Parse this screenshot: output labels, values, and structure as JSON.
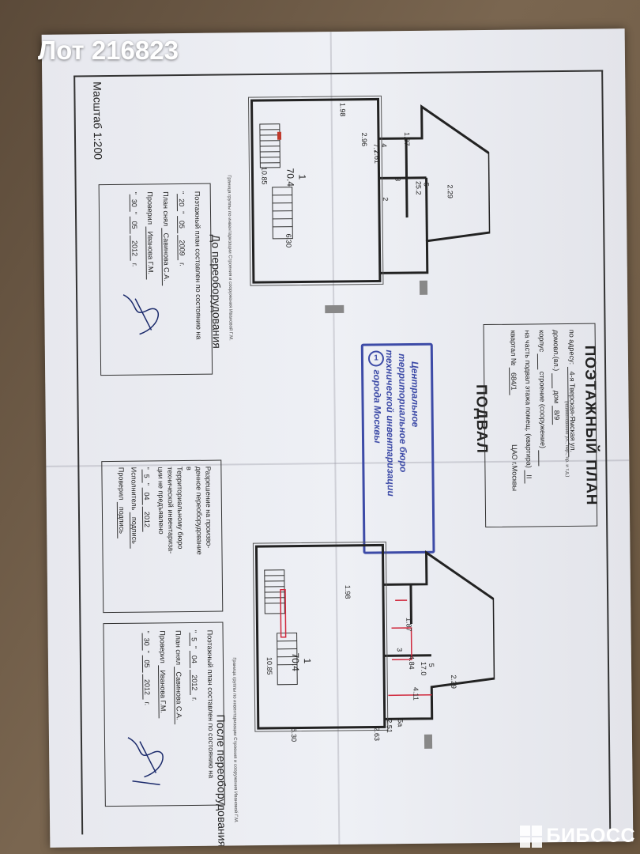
{
  "watermark_title": "Лот 216823",
  "brand_logo": "БИБОСС",
  "scale": "Масштаб 1:200",
  "title": "ПОЭТАЖНЫЙ ПЛАН",
  "floor_label": "ПОДВАЛ",
  "address": {
    "address_label": "по адресу:",
    "street": "4-я Тверская-Ямская ул.",
    "street_hint": "(наименование ул., пер., пр. и т.д.)",
    "house_label": "домовл.(вл.)",
    "house_label2": "дом",
    "house_number": "8/9",
    "building_label": "корпус",
    "structure_label": "строение (сооружение)",
    "part_label": "на часть подвал этажа помещ. (квартира)",
    "part_value": "II",
    "district": "ЦАО г.Москвы",
    "quarter_label": "квартал №",
    "quarter_number": "684/1"
  },
  "before_section": {
    "label": "До переоборудования",
    "room_total": "70.4",
    "room_number": "1",
    "room2_label": "2",
    "room3_label": "3",
    "room4_label": "4",
    "room4_area": "7.7",
    "room5_label": "5",
    "room5_area": "25.2",
    "dims": [
      "1.98",
      "2.96",
      "1.87",
      "2.61",
      "10.85",
      "2.29",
      "6.30"
    ],
    "side_note": "Граница группы по инвентаризации Строения и сооружения Ивановой Г.М."
  },
  "after_section": {
    "label": "После переоборудования",
    "room_total": "70.4",
    "room_number": "1",
    "room5_label": "5",
    "room5_area": "17.0",
    "room5a_label": "5а",
    "room5a_area": "",
    "room3_label": "3",
    "dims": [
      "1.98",
      "1.87",
      "4.84",
      "4.11",
      "10.85",
      "2.29",
      "2.51",
      "2.63",
      "6.30"
    ],
    "side_note": "Граница группы по инвентаризации Строения и сооружения Ивановой Г.М."
  },
  "stamp": {
    "line1": "Центральное",
    "line2": "территориальное бюро",
    "line3": "технической инвентаризации",
    "line4": "города Москвы",
    "number": "1"
  },
  "cert_before": {
    "line1": "Поэтажный план составлен по состоянию на",
    "day": "20",
    "month": "05",
    "year": "2009",
    "year_suffix": "г.",
    "drawn_label": "План снял",
    "drawn_name": "Савинова С.А.",
    "checked_label": "Проверил",
    "checked_name": "Иванова Г.М.",
    "check_day": "30",
    "check_month": "05",
    "check_year": "2012"
  },
  "permission": {
    "line1": "Разрешение на произво-",
    "line2": "денное переоборудование",
    "line3": "в",
    "line4": "Территориальному бюро",
    "line5": "технической инвентариза-",
    "line6": "ции не предъявлено",
    "day": "5",
    "month": "04",
    "year": "2012",
    "executor_label": "Исполнитель",
    "executor_hint": "подпись",
    "checked_label": "Проверил",
    "checked_hint": "подпись"
  },
  "cert_after": {
    "line1": "Поэтажный план составлен по состоянию на",
    "day": "5",
    "month": "04",
    "year": "2012",
    "year_suffix": "г.",
    "drawn_label": "План снял",
    "drawn_name": "Савинова С.А.",
    "checked_label": "Проверил",
    "checked_name": "Иванова Г.М.",
    "check_day": "30",
    "check_month": "05",
    "check_year": "2012"
  }
}
